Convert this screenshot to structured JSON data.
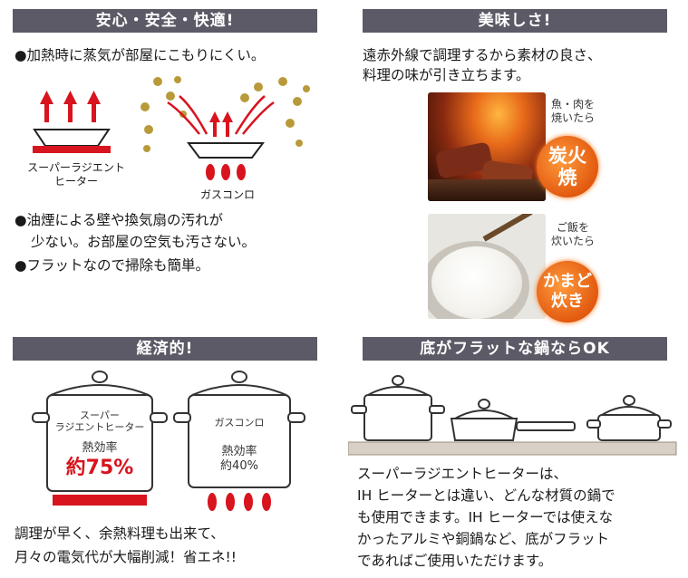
{
  "safety": {
    "header": "安心・安全・快適!",
    "bullet1": "●加熱時に蒸気が部屋にこもりにくい。",
    "radiant_label_line1": "スーパーラジエント",
    "radiant_label_line2": "ヒーター",
    "gas_label": "ガスコンロ",
    "bullet2_line1": "●油煙による壁や換気扇の汚れが",
    "bullet2_line2": "少ない。お部屋の空気も汚さない。",
    "bullet3": "●フラットなので掃除も簡単。"
  },
  "taste": {
    "header": "美味しさ!",
    "desc_line1": "遠赤外線で調理するから素材の良さ、",
    "desc_line2": "料理の味が引き立ちます。",
    "meat_caption_line1": "魚・肉を",
    "meat_caption_line2": "焼いたら",
    "meat_badge_line1": "炭火",
    "meat_badge_line2": "焼",
    "rice_caption_line1": "ご飯を",
    "rice_caption_line2": "炊いたら",
    "rice_badge_line1": "かまど",
    "rice_badge_line2": "炊き"
  },
  "economy": {
    "header": "経済的!",
    "pot1_line1": "スーパー",
    "pot1_line2": "ラジエントヒーター",
    "pot1_eff_label": "熱効率",
    "pot1_eff_value": "約75%",
    "pot2_line1": "ガスコンロ",
    "pot2_eff_label": "熱効率",
    "pot2_eff_value": "約40%",
    "desc_line1": "調理が早く、余熱料理も出来て、",
    "desc_line2": "月々の電気代が大幅削減！省エネ!!"
  },
  "flat": {
    "header": "底がフラットな鍋ならOK",
    "desc_line1": "スーパーラジエントヒーターは、",
    "desc_line2": "IH ヒーターとは違い、どんな材質の鍋で",
    "desc_line3": "も使用できます。IH ヒーターでは使えな",
    "desc_line4": "かったアルミや銅鍋など、底がフラット",
    "desc_line5": "であればご使用いただけます。"
  },
  "colors": {
    "header_bg": "#5b5a66",
    "accent_red": "#d8141e",
    "badge_orange": "#e25a10",
    "dot_gold": "#b89a3a"
  }
}
